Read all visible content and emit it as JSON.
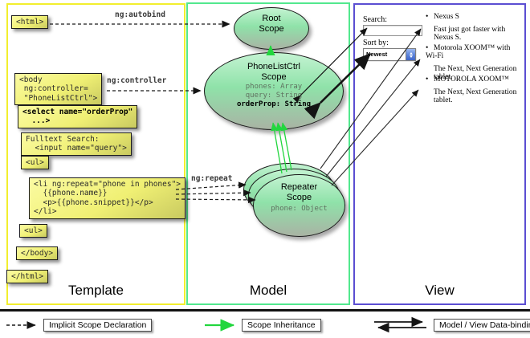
{
  "columns": {
    "template": {
      "label": "Template"
    },
    "model": {
      "label": "Model"
    },
    "view": {
      "label": "View"
    }
  },
  "directives": {
    "autobind": "ng:autobind",
    "controller": "ng:controller",
    "repeat": "ng:repeat"
  },
  "template_boxes": [
    {
      "name": "html-open",
      "text": "<html>"
    },
    {
      "name": "body-open",
      "text": "<body\n ng:controller=\n \"PhoneListCtrl\">"
    },
    {
      "name": "select",
      "text": "<select name=\"orderProp\"\n  ...>"
    },
    {
      "name": "fulltext-search",
      "text": "Fulltext Search:\n  <input name=\"query\">"
    },
    {
      "name": "ul-open",
      "text": "<ul>"
    },
    {
      "name": "li-repeat",
      "text": "<li ng:repeat=\"phone in phones\">\n  {{phone.name}}\n  <p>{{phone.snippet}}</p>\n</li>"
    },
    {
      "name": "ul-close",
      "text": "<ul>"
    },
    {
      "name": "body-close",
      "text": "</body>"
    },
    {
      "name": "html-close",
      "text": "</html>"
    }
  ],
  "scopes": {
    "root": {
      "title": "Root\nScope"
    },
    "phonelistctrl": {
      "title": "PhoneListCtrl\nScope",
      "props": [
        "phones: Array",
        "query: String",
        "orderProp: String"
      ]
    },
    "repeater": {
      "title": "Repeater\nScope",
      "props": [
        "phone: Object"
      ]
    }
  },
  "view_panel": {
    "search_label": "Search:",
    "search_value": "",
    "sort_label": "Sort by:",
    "sort_value": "Newest",
    "items": [
      {
        "title": "Nexus S",
        "desc": "Fast just got faster with Nexus S."
      },
      {
        "title": "Motorola XOOM™  with Wi-Fi",
        "desc": "The Next, Next Generation tablet."
      },
      {
        "title": "MOTOROLA XOOM™",
        "desc": "The Next, Next Generation tablet."
      }
    ]
  },
  "legend": {
    "implicit": "Implicit Scope Declaration",
    "inheritance": "Scope Inheritance",
    "databinding": "Model / View Data-binding"
  },
  "colors": {
    "template_border": "#f2ee2e",
    "model_border": "#52e88e",
    "view_border": "#5b4ed2",
    "code_box_yellow": "#f0f074",
    "scope_green": "#8fe2a9",
    "inheritance_arrow_green": "#22d63e",
    "arrow_black": "#141414"
  }
}
